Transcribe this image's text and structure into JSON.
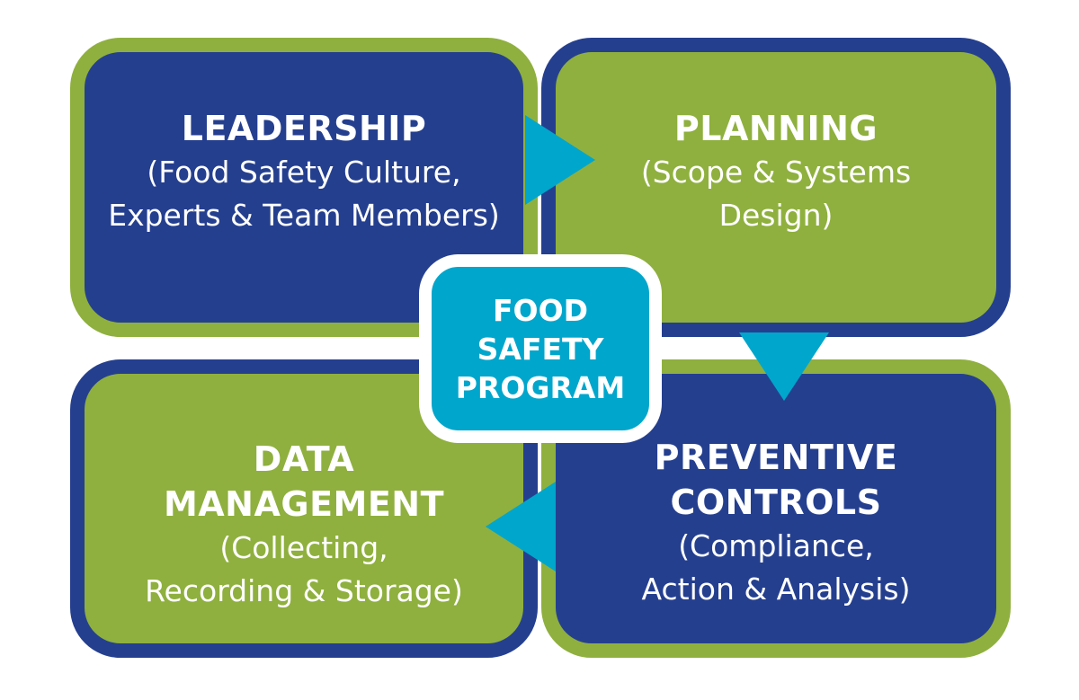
{
  "colors": {
    "blue": "#253f8f",
    "green": "#8fb03e",
    "cyan": "#00a6cc",
    "text": "#ffffff"
  },
  "center": {
    "label": "FOOD\nSAFETY\nPROGRAM"
  },
  "quadrants": {
    "leadership": {
      "title": "LEADERSHIP",
      "subtitle": "(Food Safety Culture,\nExperts & Team Members)"
    },
    "planning": {
      "title": "PLANNING",
      "subtitle": "(Scope & Systems\nDesign)"
    },
    "preventive_controls": {
      "title": "PREVENTIVE\nCONTROLS",
      "subtitle": "(Compliance,\nAction & Analysis)"
    },
    "data_management": {
      "title": "DATA\nMANAGEMENT",
      "subtitle": "(Collecting,\nRecording & Storage)"
    }
  },
  "arrows": [
    {
      "from": "leadership",
      "to": "planning",
      "direction": "right"
    },
    {
      "from": "planning",
      "to": "preventive_controls",
      "direction": "down"
    },
    {
      "from": "preventive_controls",
      "to": "data_management",
      "direction": "left"
    }
  ]
}
